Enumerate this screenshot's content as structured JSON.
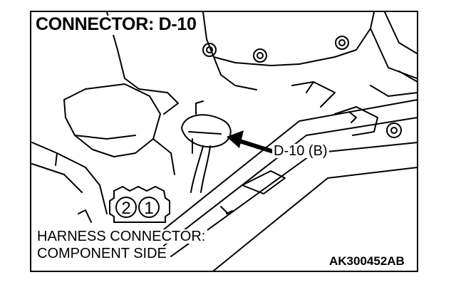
{
  "title": "CONNECTOR: D-10",
  "callout_label": "D-10 (B)",
  "harness_line1": "HARNESS CONNECTOR:",
  "harness_line2": "COMPONENT SIDE",
  "drawing_code": "AK300452AB",
  "pins": [
    "2",
    "1"
  ],
  "colors": {
    "ink": "#000000",
    "paper": "#ffffff"
  }
}
